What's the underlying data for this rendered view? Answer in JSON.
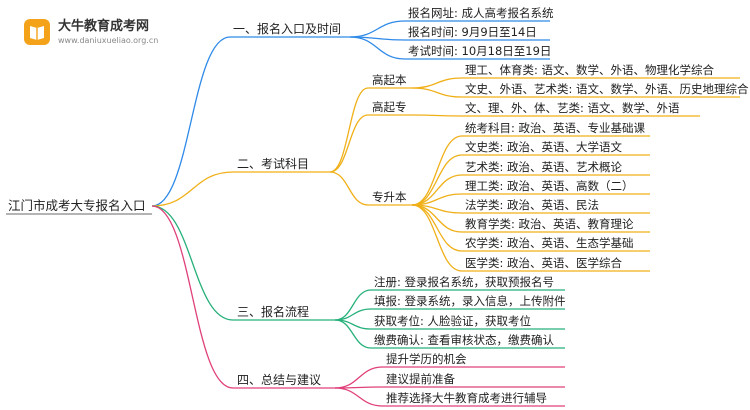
{
  "logo": {
    "title": "大牛教育成考网",
    "url": "www.daniuxueliao.org.cn"
  },
  "colors": {
    "blue": "#2f8ae8",
    "orange": "#f0b018",
    "green": "#26b07a",
    "magenta": "#e0407a"
  },
  "mindmap": {
    "root": "江门市成考大专报名入口",
    "branches": [
      {
        "label": "一、报名入口及时间",
        "color": "blue",
        "children": [
          {
            "label": "报名网址: 成人高考报名系统"
          },
          {
            "label": "报名时间: 9月9日至14日"
          },
          {
            "label": "考试时间: 10月18日至19日"
          }
        ]
      },
      {
        "label": "二、考试科目",
        "color": "orange",
        "children": [
          {
            "label": "高起本",
            "children": [
              {
                "label": "理工、体育类: 语文、数学、外语、物理化学综合"
              },
              {
                "label": "文史、外语、艺术类: 语文、数学、外语、历史地理综合"
              }
            ]
          },
          {
            "label": "高起专",
            "children": [
              {
                "label": "文、理、外、体、艺类: 语文、数学、外语"
              }
            ]
          },
          {
            "label": "专升本",
            "children": [
              {
                "label": "统考科目: 政治、英语、专业基础课"
              },
              {
                "label": "文史类: 政治、英语、大学语文"
              },
              {
                "label": "艺术类: 政治、英语、艺术概论"
              },
              {
                "label": "理工类: 政治、英语、高数（二）"
              },
              {
                "label": "法学类: 政治、英语、民法"
              },
              {
                "label": "教育学类: 政治、英语、教育理论"
              },
              {
                "label": "农学类: 政治、英语、生态学基础"
              },
              {
                "label": "医学类: 政治、英语、医学综合"
              }
            ]
          }
        ]
      },
      {
        "label": "三、报名流程",
        "color": "green",
        "children": [
          {
            "label": "注册: 登录报名系统，获取预报名号"
          },
          {
            "label": "填报: 登录系统，录入信息，上传附件"
          },
          {
            "label": "获取考位: 人脸验证，获取考位"
          },
          {
            "label": "缴费确认: 查看审核状态，缴费确认"
          }
        ]
      },
      {
        "label": "四、总结与建议",
        "color": "magenta",
        "children": [
          {
            "label": "提升学历的机会"
          },
          {
            "label": "建议提前准备"
          },
          {
            "label": "推荐选择大牛教育成考进行辅导"
          }
        ]
      }
    ]
  }
}
